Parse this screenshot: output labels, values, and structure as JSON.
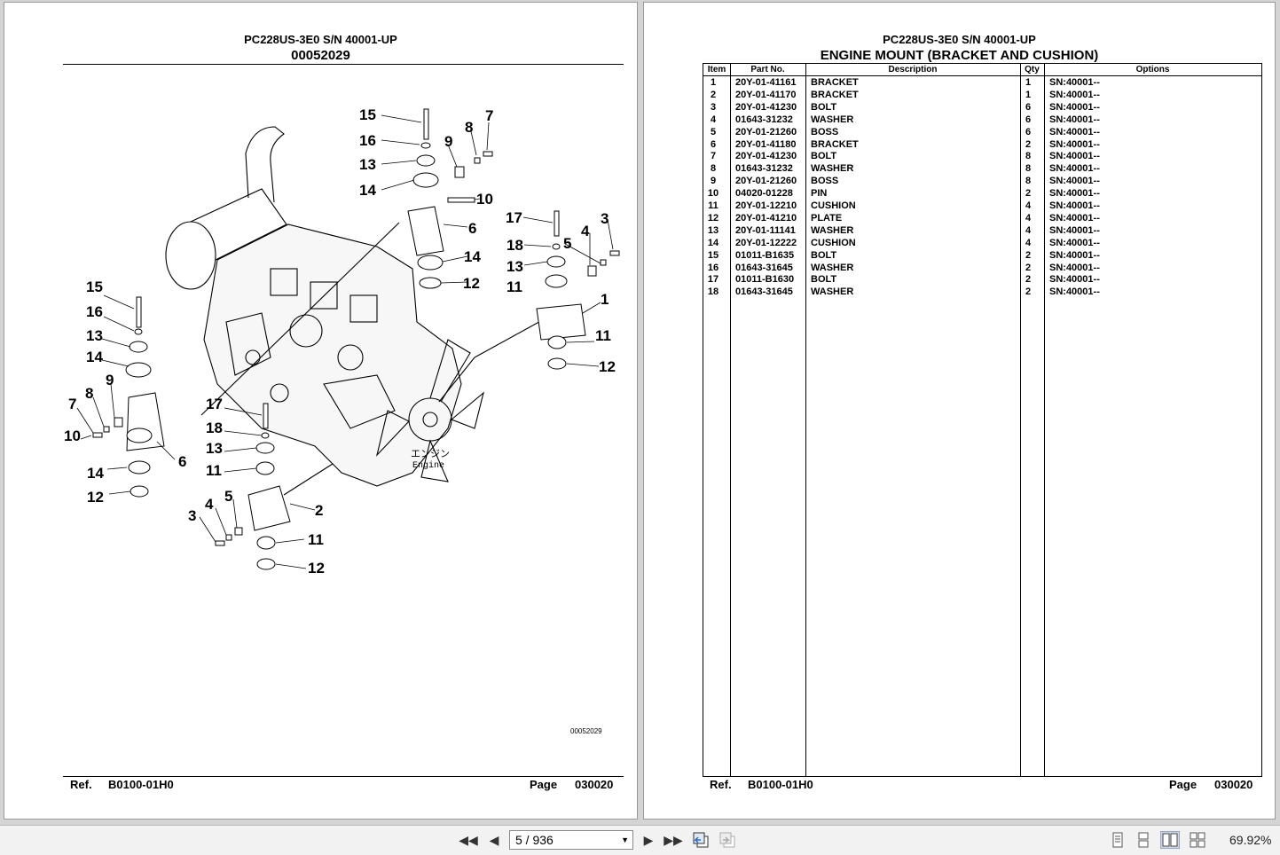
{
  "document": {
    "model": "PC228US-3E0 S/N 40001-UP",
    "left_subtitle": "00052029",
    "right_subtitle": "ENGINE MOUNT (BRACKET AND CUSHION)",
    "figure_ref": "00052029",
    "engine_label_jp": "エンジン",
    "engine_label_en": "Engine",
    "footer": {
      "ref_label": "Ref.",
      "ref_value": "B0100-01H0",
      "page_label": "Page",
      "page_value": "030020"
    }
  },
  "callouts": [
    "15",
    "16",
    "13",
    "14",
    "9",
    "8",
    "7",
    "10",
    "6",
    "17",
    "18",
    "13",
    "14",
    "12",
    "11",
    "4",
    "5",
    "3",
    "1",
    "11",
    "12",
    "15",
    "16",
    "13",
    "14",
    "7",
    "8",
    "9",
    "10",
    "14",
    "12",
    "6",
    "17",
    "18",
    "13",
    "11",
    "3",
    "4",
    "5",
    "2",
    "11",
    "12"
  ],
  "table": {
    "headers": [
      "Item",
      "Part No.",
      "Description",
      "Qty",
      "Options"
    ],
    "rows": [
      [
        "1",
        "20Y-01-41161",
        "BRACKET",
        "1",
        "SN:40001--"
      ],
      [
        "2",
        "20Y-01-41170",
        "BRACKET",
        "1",
        "SN:40001--"
      ],
      [
        "3",
        "20Y-01-41230",
        "BOLT",
        "6",
        "SN:40001--"
      ],
      [
        "4",
        "01643-31232",
        "WASHER",
        "6",
        "SN:40001--"
      ],
      [
        "5",
        "20Y-01-21260",
        "BOSS",
        "6",
        "SN:40001--"
      ],
      [
        "6",
        "20Y-01-41180",
        "BRACKET",
        "2",
        "SN:40001--"
      ],
      [
        "7",
        "20Y-01-41230",
        "BOLT",
        "8",
        "SN:40001--"
      ],
      [
        "8",
        "01643-31232",
        "WASHER",
        "8",
        "SN:40001--"
      ],
      [
        "9",
        "20Y-01-21260",
        "BOSS",
        "8",
        "SN:40001--"
      ],
      [
        "10",
        "04020-01228",
        "PIN",
        "2",
        "SN:40001--"
      ],
      [
        "11",
        "20Y-01-12210",
        "CUSHION",
        "4",
        "SN:40001--"
      ],
      [
        "12",
        "20Y-01-41210",
        "PLATE",
        "4",
        "SN:40001--"
      ],
      [
        "13",
        "20Y-01-11141",
        "WASHER",
        "4",
        "SN:40001--"
      ],
      [
        "14",
        "20Y-01-12222",
        "CUSHION",
        "4",
        "SN:40001--"
      ],
      [
        "15",
        "01011-B1635",
        "BOLT",
        "2",
        "SN:40001--"
      ],
      [
        "16",
        "01643-31645",
        "WASHER",
        "2",
        "SN:40001--"
      ],
      [
        "17",
        "01011-B1630",
        "BOLT",
        "2",
        "SN:40001--"
      ],
      [
        "18",
        "01643-31645",
        "WASHER",
        "2",
        "SN:40001--"
      ]
    ]
  },
  "toolbar": {
    "page_field": "5 / 936",
    "zoom": "69.92%",
    "icons": [
      "first-page-icon",
      "prev-page-icon",
      "next-page-icon",
      "last-page-icon",
      "go-back-view-icon",
      "go-forward-view-icon",
      "single-page-icon",
      "continuous-page-icon",
      "facing-pages-icon",
      "continuous-facing-icon"
    ]
  }
}
